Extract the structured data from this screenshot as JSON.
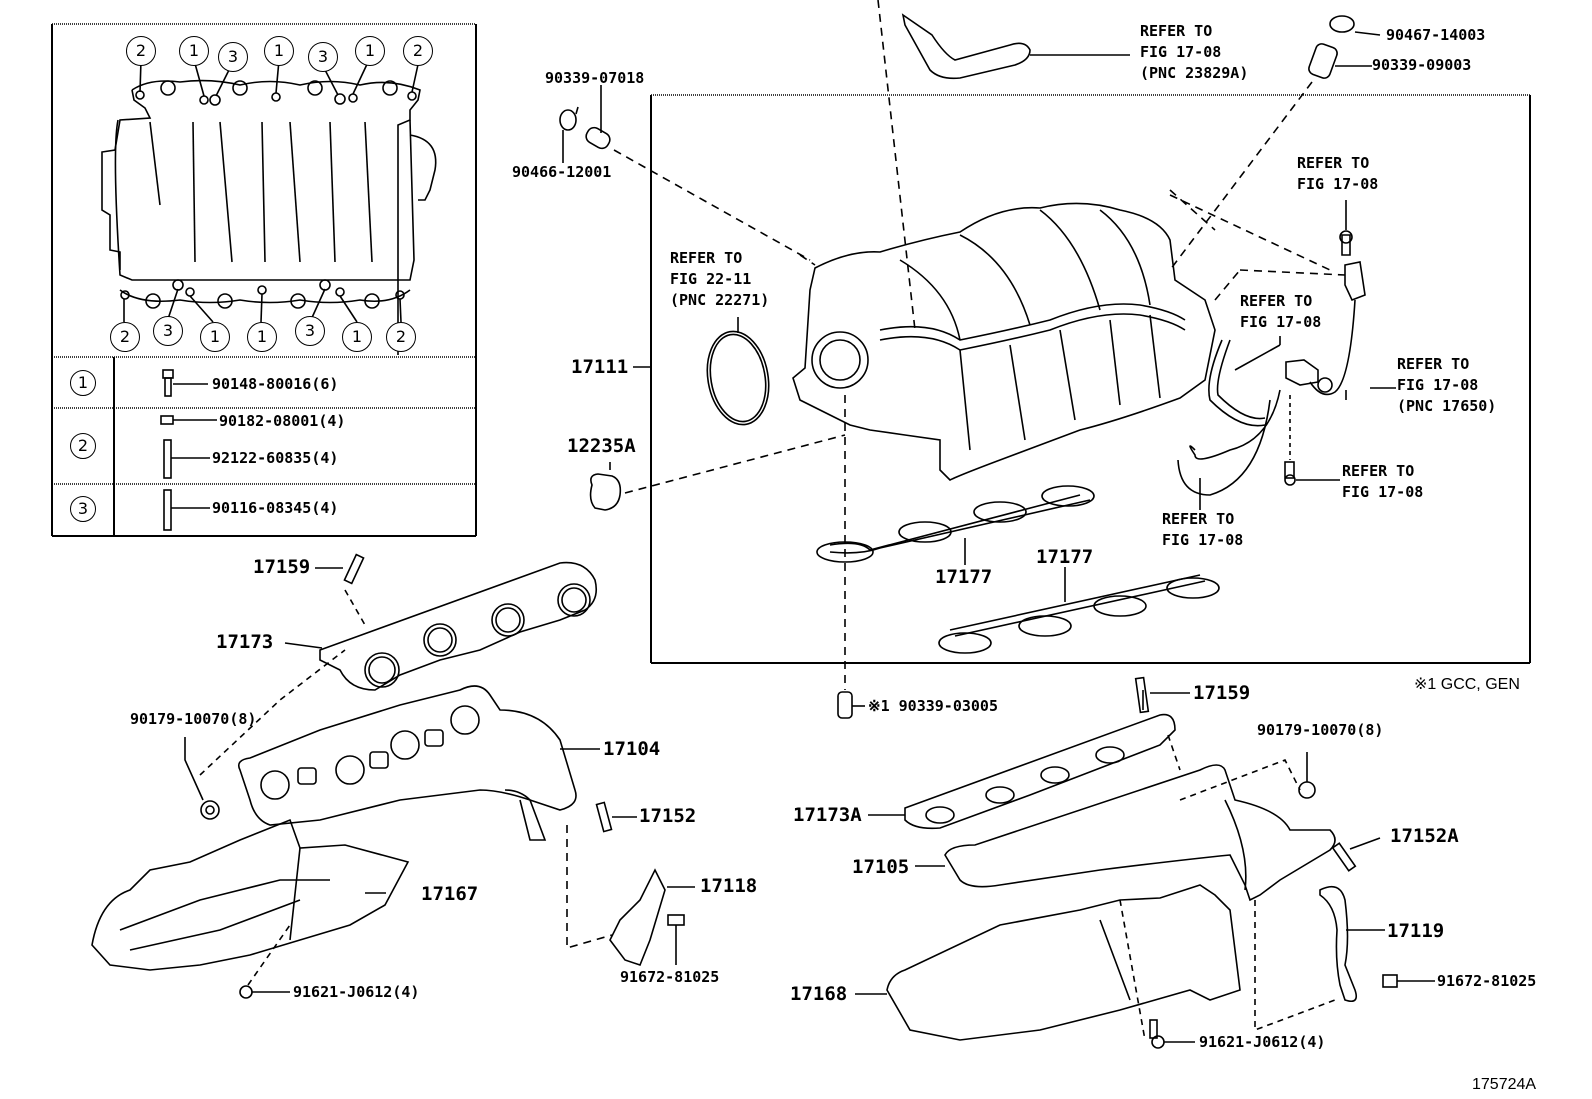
{
  "diagram": {
    "figure_id": "175724A",
    "footnote": "※1 GCC, GEN",
    "inset": {
      "top_callouts": [
        "2",
        "1",
        "3",
        "1",
        "3",
        "1",
        "2"
      ],
      "bottom_callouts": [
        "2",
        "3",
        "1",
        "1",
        "3",
        "1",
        "2"
      ],
      "legend": [
        {
          "key": "1",
          "parts": [
            "90148-80016(6)"
          ]
        },
        {
          "key": "2",
          "parts": [
            "90182-08001(4)",
            "92122-60835(4)"
          ]
        },
        {
          "key": "3",
          "parts": [
            "90116-08345(4)"
          ]
        }
      ]
    },
    "parts": {
      "p90339_07018": "90339-07018",
      "p90466_12001": "90466-12001",
      "p90467_14003": "90467-14003",
      "p90339_09003": "90339-09003",
      "p17111": "17111",
      "p12235A": "12235A",
      "p17177a": "17177",
      "p17177b": "17177",
      "p17159a": "17159",
      "p17173": "17173",
      "p90179_10070a": "90179-10070(8)",
      "p17104": "17104",
      "p17152": "17152",
      "p17167": "17167",
      "p17118": "17118",
      "p91621_a": "91621-J0612(4)",
      "p91672_a": "91672-81025",
      "p90339_03005": "※1  90339-03005",
      "p17159b": "17159",
      "p90179_10070b": "90179-10070(8)",
      "p17173A": "17173A",
      "p17105": "17105",
      "p17152A": "17152A",
      "p17119": "17119",
      "p17168": "17168",
      "p91672_b": "91672-81025",
      "p91621_b": "91621-J0612(4)"
    },
    "references": {
      "hose_top": "REFER TO\nFIG 17-08\n(PNC 23829A)",
      "throttle_gasket": "REFER TO\nFIG 22-11\n(PNC 22271)",
      "bolt_top_right": "REFER TO\nFIG 17-08",
      "hose_mid": "REFER TO\nFIG 17-08",
      "sensor_pnc": "REFER TO\nFIG 17-08\n(PNC 17650)",
      "bolt_lower_right": "REFER TO\nFIG 17-08",
      "hose_lower": "REFER TO\nFIG 17-08"
    }
  }
}
